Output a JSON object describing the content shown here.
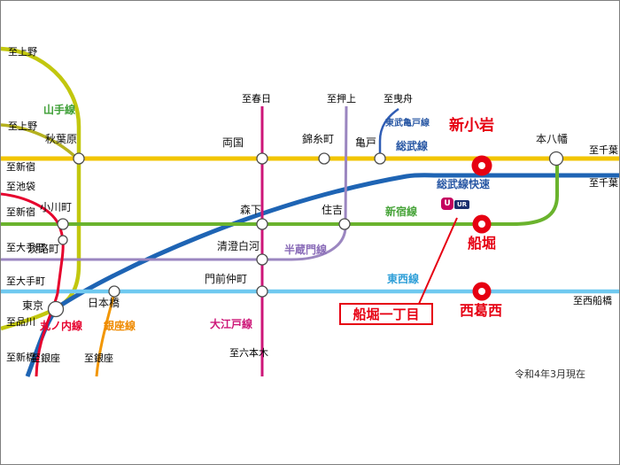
{
  "map": {
    "note_date": "令和4年3月現在",
    "callout": {
      "label": "船堀一丁目"
    },
    "ur_badge": {
      "mark": "U",
      "text": "UR",
      "mark_color": "#c4005f",
      "tag_bg": "#1a2f6e"
    },
    "highlight": {
      "color": "#e60012"
    },
    "lines": {
      "yamanote": {
        "label": "山手線",
        "color": "#c2c70e",
        "label_color": "#3d9e35"
      },
      "keihin": {
        "color": "#b5b11f"
      },
      "sobu_local": {
        "label": "総武線",
        "color": "#f2c500",
        "label_color": "#2857a4"
      },
      "sobu_rapid": {
        "label": "総武線快速",
        "color": "#1e64b4",
        "label_color": "#2857a4"
      },
      "shinjuku": {
        "label": "新宿線",
        "color": "#6ab32d",
        "label_color": "#48a43a"
      },
      "hanzomon": {
        "label": "半蔵門線",
        "color": "#9b86c0",
        "label_color": "#8a6cb8"
      },
      "tozai": {
        "label": "東西線",
        "color": "#6fc9f0",
        "label_color": "#2f9fd8"
      },
      "oedo": {
        "label": "大江戸線",
        "color": "#cd1678",
        "label_color": "#cd1678"
      },
      "marunouchi": {
        "label": "丸ノ内線",
        "color": "#e6002d",
        "label_color": "#e6002d"
      },
      "ginza": {
        "label": "銀座線",
        "color": "#f29600",
        "label_color": "#ef8a00"
      },
      "tobu_kameido": {
        "label": "東武亀戸線",
        "color": "#2f5db5",
        "label_color": "#2857a4"
      }
    },
    "stations": {
      "akihabara": {
        "label": "秋葉原"
      },
      "ryogoku": {
        "label": "両国"
      },
      "kinshicho": {
        "label": "錦糸町"
      },
      "kameido": {
        "label": "亀戸"
      },
      "motoyawata": {
        "label": "本八幡"
      },
      "ogawamachi": {
        "label": "小川町"
      },
      "awajicho": {
        "label": "淡路町"
      },
      "morishita": {
        "label": "森下"
      },
      "sumiyoshi": {
        "label": "住吉"
      },
      "kiyosumi": {
        "label": "清澄白河"
      },
      "nihombashi": {
        "label": "日本橋"
      },
      "monzen": {
        "label": "門前仲町"
      },
      "tokyo": {
        "label": "東京"
      }
    },
    "highlight_stations": {
      "shin_koiwa": {
        "label": "新小岩"
      },
      "funabori": {
        "label": "船堀"
      },
      "nishi_kasai": {
        "label": "西葛西"
      }
    },
    "edge_labels": {
      "ueno_1": {
        "label": "至上野"
      },
      "ueno_2": {
        "label": "至上野"
      },
      "shinjuku_jr": {
        "label": "至新宿"
      },
      "ikebukuro": {
        "label": "至池袋"
      },
      "shinjuku_toei": {
        "label": "至新宿"
      },
      "otemachi_1": {
        "label": "至大手町"
      },
      "otemachi_2": {
        "label": "至大手町"
      },
      "shinagawa": {
        "label": "至品川"
      },
      "shimbashi": {
        "label": "至新橋"
      },
      "ginza_1": {
        "label": "至銀座"
      },
      "ginza_2": {
        "label": "至銀座"
      },
      "roppongi": {
        "label": "至六本木"
      },
      "kasuga": {
        "label": "至春日"
      },
      "oshiage": {
        "label": "至押上"
      },
      "hikifune": {
        "label": "至曳舟"
      },
      "chiba_1": {
        "label": "至千葉"
      },
      "chiba_2": {
        "label": "至千葉"
      },
      "nishi_funabashi": {
        "label": "至西船橋"
      }
    }
  }
}
